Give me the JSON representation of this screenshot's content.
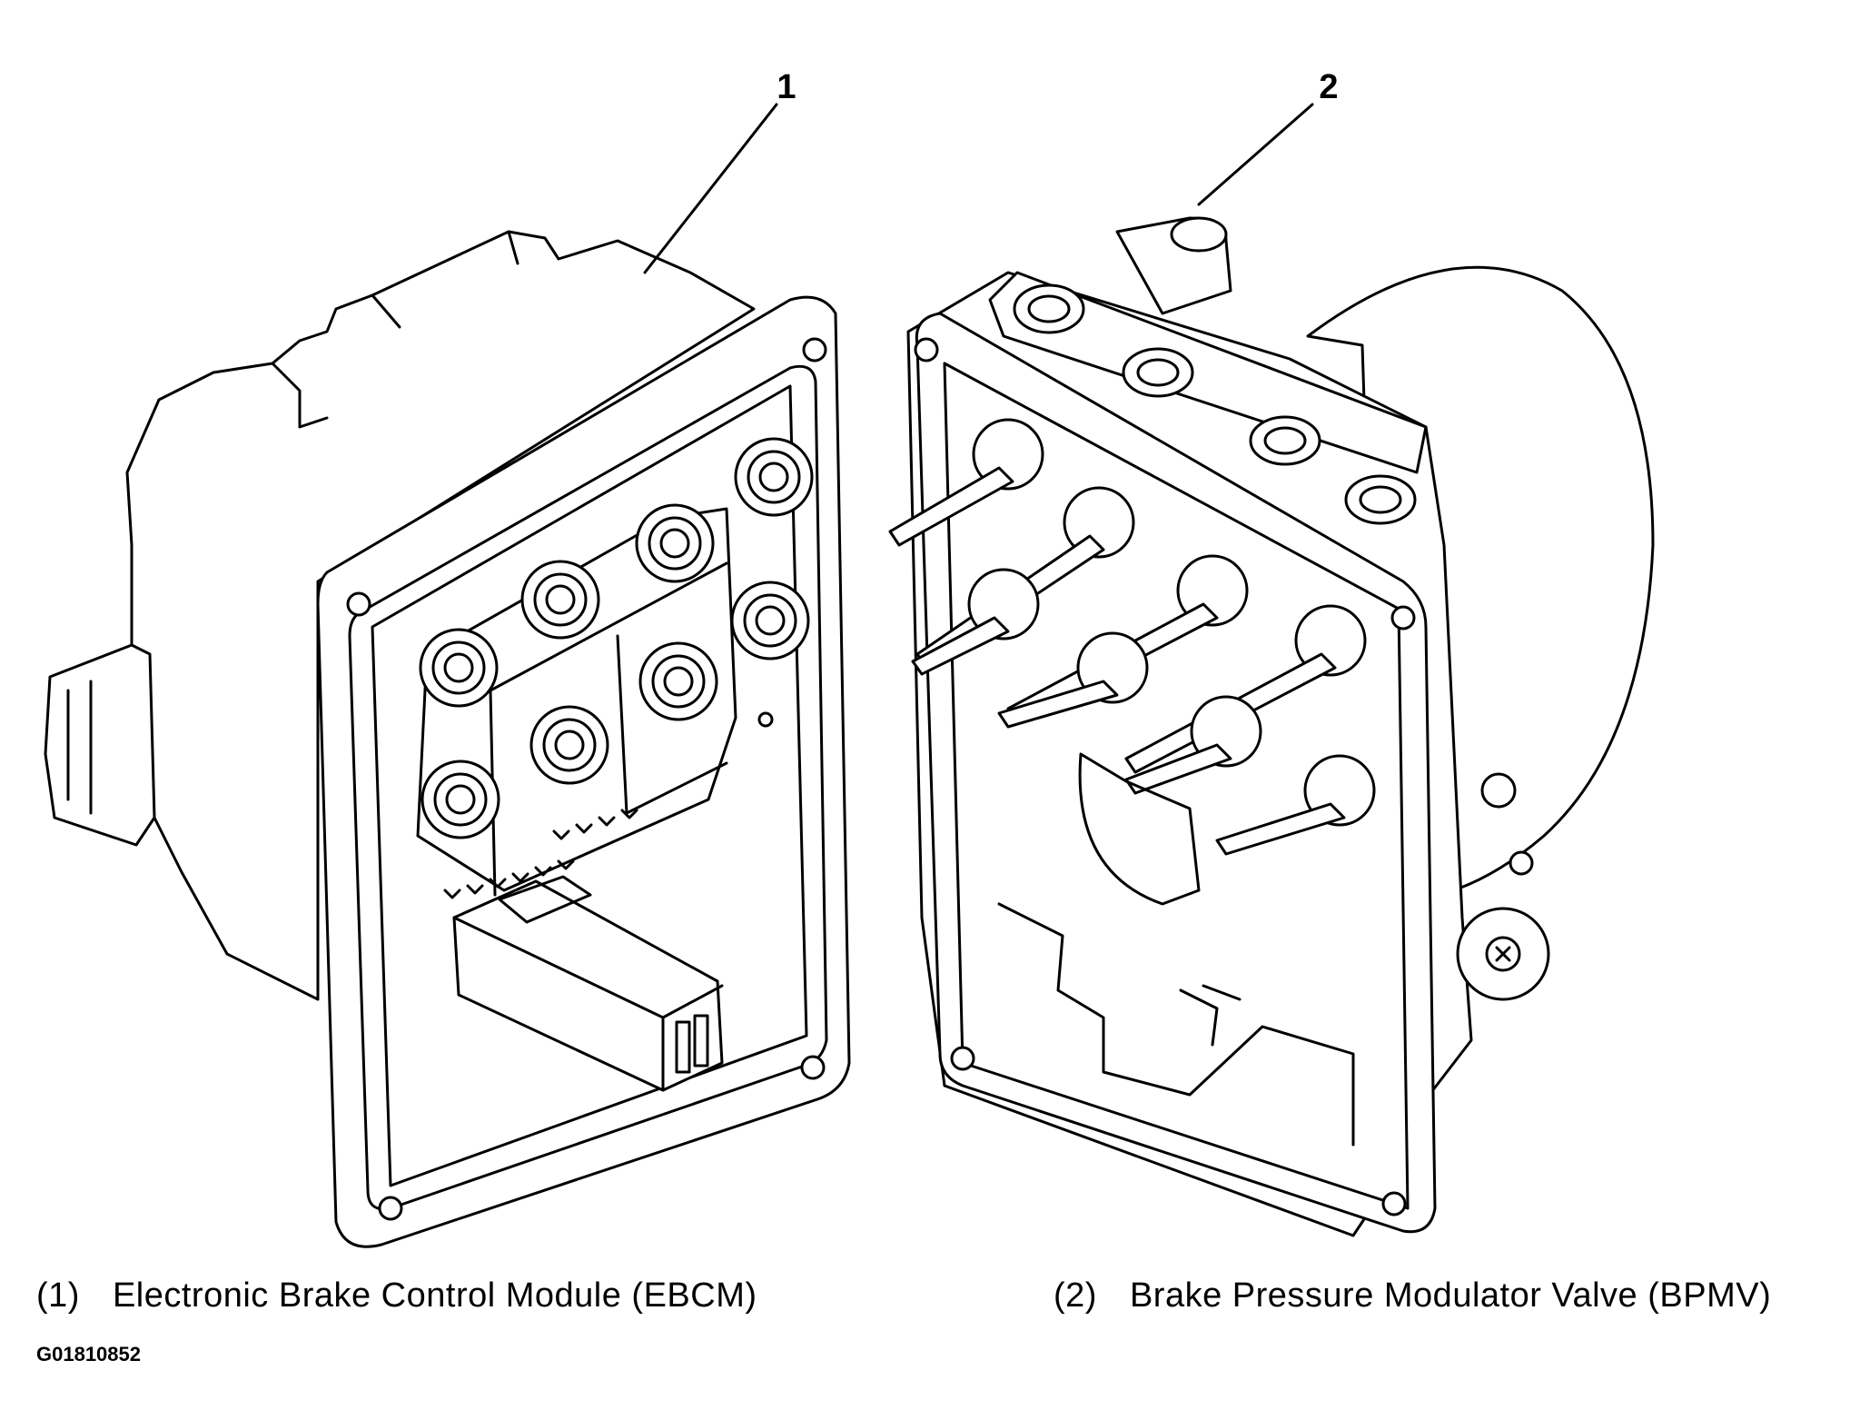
{
  "callouts": [
    {
      "number": "1",
      "caption_num": "(1)",
      "label": "Electronic Brake Control Module (EBCM)"
    },
    {
      "number": "2",
      "caption_num": "(2)",
      "label": "Brake Pressure Modulator Valve (BPMV)"
    }
  ],
  "figure_id": "G01810852"
}
